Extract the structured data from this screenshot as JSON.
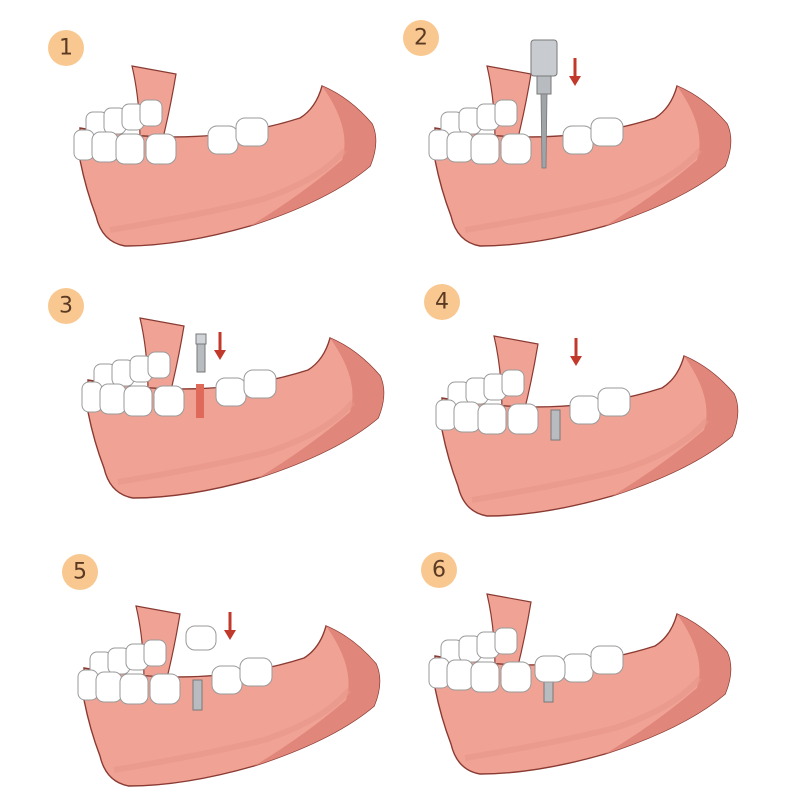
{
  "steps": [
    {
      "label": "1",
      "extra": "none"
    },
    {
      "label": "2",
      "extra": "drill"
    },
    {
      "label": "3",
      "extra": "implant-insert"
    },
    {
      "label": "4",
      "extra": "implant-placed"
    },
    {
      "label": "5",
      "extra": "crown-insert"
    },
    {
      "label": "6",
      "extra": "crown-placed"
    }
  ],
  "colors": {
    "gum": "#f0a394",
    "gum_dark": "#e0867a",
    "outline": "#8a3a32",
    "tooth": "#ffffff",
    "badge": "#f9c891",
    "arrow": "#c0392b",
    "metal": "#b8bcc0"
  }
}
